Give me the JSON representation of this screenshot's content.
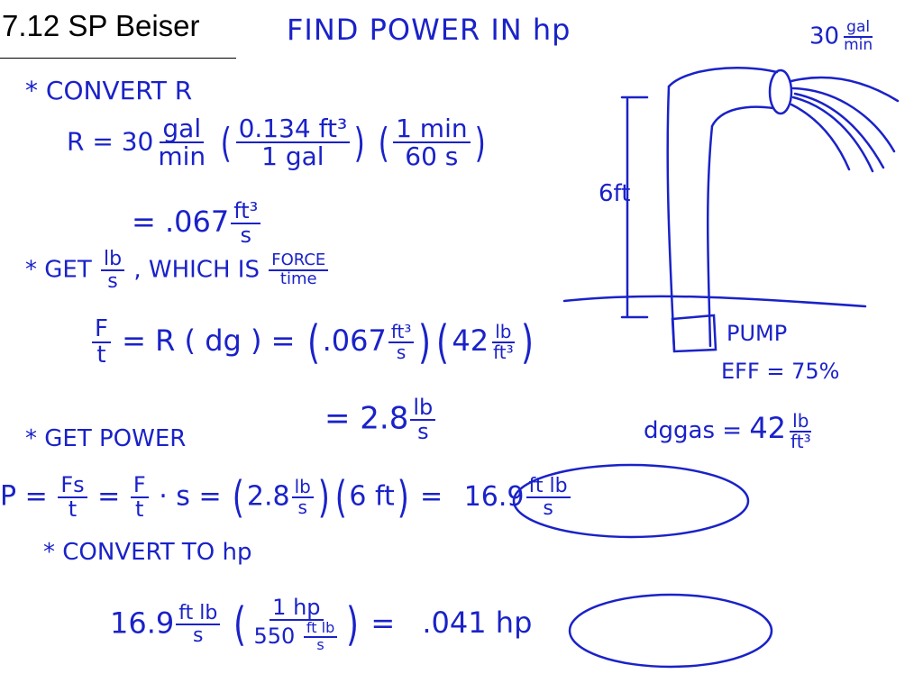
{
  "title": "7.12 SP Beiser",
  "heading": "FIND POWER IN hp",
  "flow_rate": {
    "value": "30",
    "num": "gal",
    "den": "min"
  },
  "step1": {
    "label": "* CONVERT R",
    "lhs": "R = 30",
    "f1_num": "gal",
    "f1_den": "min",
    "f2_num": "0.134 ft³",
    "f2_den": "1 gal",
    "f3_num": "1 min",
    "f3_den": "60 s",
    "result": "= .067",
    "result_num": "ft³",
    "result_den": "s"
  },
  "step2": {
    "label_pre": "* GET",
    "label_num": "lb",
    "label_den": "s",
    "label_post": ", WHICH IS",
    "label_num2": "FORCE",
    "label_den2": "time",
    "f_num": "F",
    "f_den": "t",
    "mid": "= R ( dg ) =",
    "val1": ".067",
    "val1_num": "ft³",
    "val1_den": "s",
    "val2": "42",
    "val2_num": "lb",
    "val2_den": "ft³",
    "result": "= 2.8",
    "result_num": "lb",
    "result_den": "s"
  },
  "diagram": {
    "height_label": "6ft",
    "pump_label": "PUMP",
    "eff_label": "EFF = 75%",
    "dg_label": "dggas =",
    "dg_value": "42",
    "dg_num": "lb",
    "dg_den": "ft³"
  },
  "step3": {
    "label": "* GET POWER",
    "lhs": "P =",
    "a_num": "Fs",
    "a_den": "t",
    "eq1": "=",
    "b_num": "F",
    "b_den": "t",
    "b_post": "· s =",
    "v1": "2.8",
    "v1_num": "lb",
    "v1_den": "s",
    "v2": "6 ft",
    "eq2": "=",
    "result": "16.9",
    "result_num": "ft lb",
    "result_den": "s"
  },
  "step4": {
    "label": "* CONVERT TO hp",
    "lhs": "16.9",
    "lhs_num": "ft lb",
    "lhs_den": "s",
    "c_num": "1 hp",
    "c_den_pre": "550",
    "c_den_num": "ft lb",
    "c_den_den": "s",
    "eq": "=",
    "result": ".041 hp"
  }
}
